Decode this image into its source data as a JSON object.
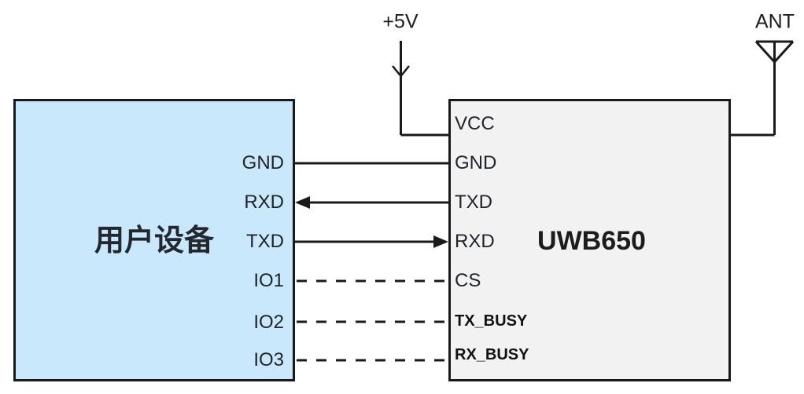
{
  "diagram": {
    "type": "wiring-diagram",
    "power": {
      "label": "+5V",
      "connects_to_pin": "VCC"
    },
    "antenna": {
      "label": "ANT",
      "connects_to_side": "right"
    },
    "user_device": {
      "title": "用户设备",
      "pins": [
        "GND",
        "RXD",
        "TXD",
        "IO1",
        "IO2",
        "IO3"
      ]
    },
    "uwb650": {
      "title": "UWB650",
      "pins": [
        "VCC",
        "GND",
        "TXD",
        "RXD",
        "CS",
        "TX_BUSY",
        "RX_BUSY"
      ]
    },
    "connections": [
      {
        "left_pin": "GND",
        "right_pin": "GND",
        "line": "solid",
        "arrow": "none"
      },
      {
        "left_pin": "RXD",
        "right_pin": "TXD",
        "line": "solid",
        "arrow": "left"
      },
      {
        "left_pin": "TXD",
        "right_pin": "RXD",
        "line": "solid",
        "arrow": "right"
      },
      {
        "left_pin": "IO1",
        "right_pin": "CS",
        "line": "dashed",
        "arrow": "none"
      },
      {
        "left_pin": "IO2",
        "right_pin": "TX_BUSY",
        "line": "dashed",
        "arrow": "none"
      },
      {
        "left_pin": "IO3",
        "right_pin": "RX_BUSY",
        "line": "dashed",
        "arrow": "none"
      }
    ],
    "colors": {
      "user_device_fill": "#c9e8fb",
      "uwb650_fill": "#f2f2f2",
      "line": "#1a1a1a",
      "background": "#ffffff"
    }
  }
}
